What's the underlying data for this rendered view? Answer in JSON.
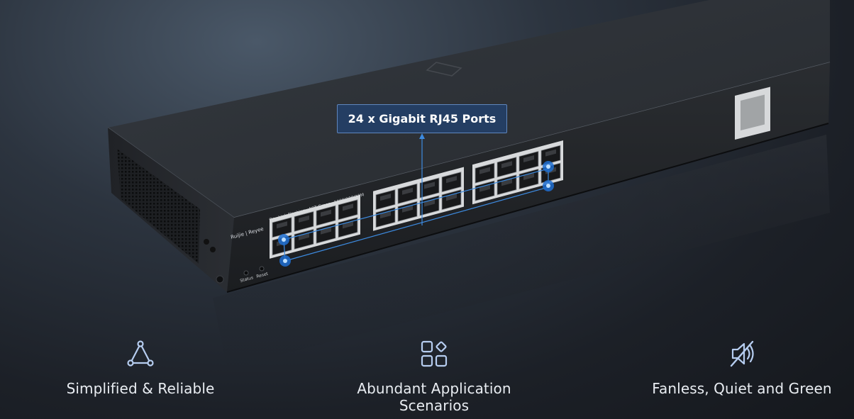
{
  "device": {
    "brand_logo": "Ruijie | Reyee",
    "model": "RG-ES224GC",
    "led_legend": [
      "On=Link",
      "Flashing=ACT",
      "Green=1000/100/10M"
    ],
    "buttons": [
      "Status",
      "Reset"
    ]
  },
  "callout": {
    "text": "24 x Gigabit RJ45 Ports"
  },
  "features": [
    {
      "icon": "triangle-nodes-icon",
      "label": "Simplified & Reliable"
    },
    {
      "icon": "app-grid-icon",
      "label": "Abundant Application Scenarios"
    },
    {
      "icon": "fan-off-icon",
      "label": "Fanless, Quiet and Green"
    }
  ],
  "colors": {
    "accent": "#3d8be0",
    "callout_bg": "#243e63"
  }
}
